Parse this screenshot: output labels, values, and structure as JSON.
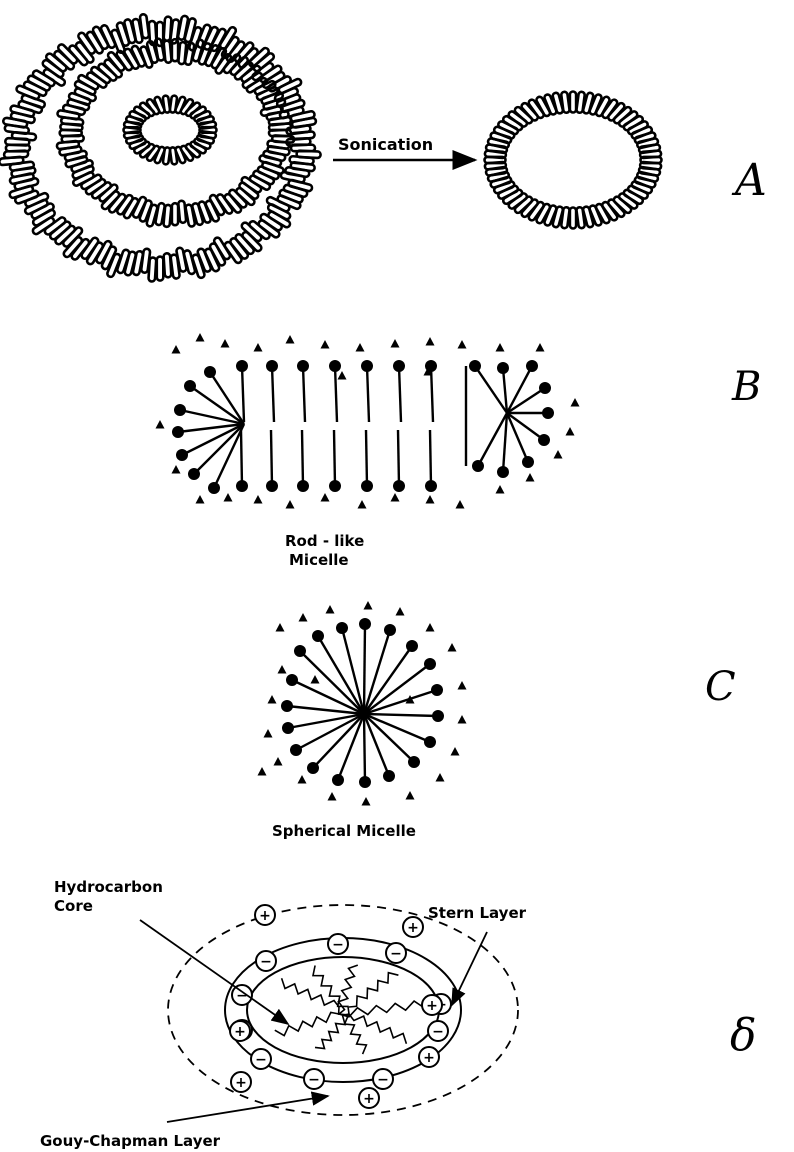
{
  "panels": {
    "a": {
      "letter": "A",
      "arrow_label": "Sonication"
    },
    "b": {
      "letter": "B",
      "caption_line1": "Rod - like",
      "caption_line2": "Micelle"
    },
    "c": {
      "letter": "C",
      "caption": "Spherical Micelle"
    },
    "d": {
      "letter": "δ",
      "label_core_line1": "Hydrocarbon",
      "label_core_line2": "Core",
      "label_stern": "Stern Layer",
      "label_gouy": "Gouy-Chapman Layer",
      "plus_sign": "+",
      "minus_sign": "−"
    }
  }
}
